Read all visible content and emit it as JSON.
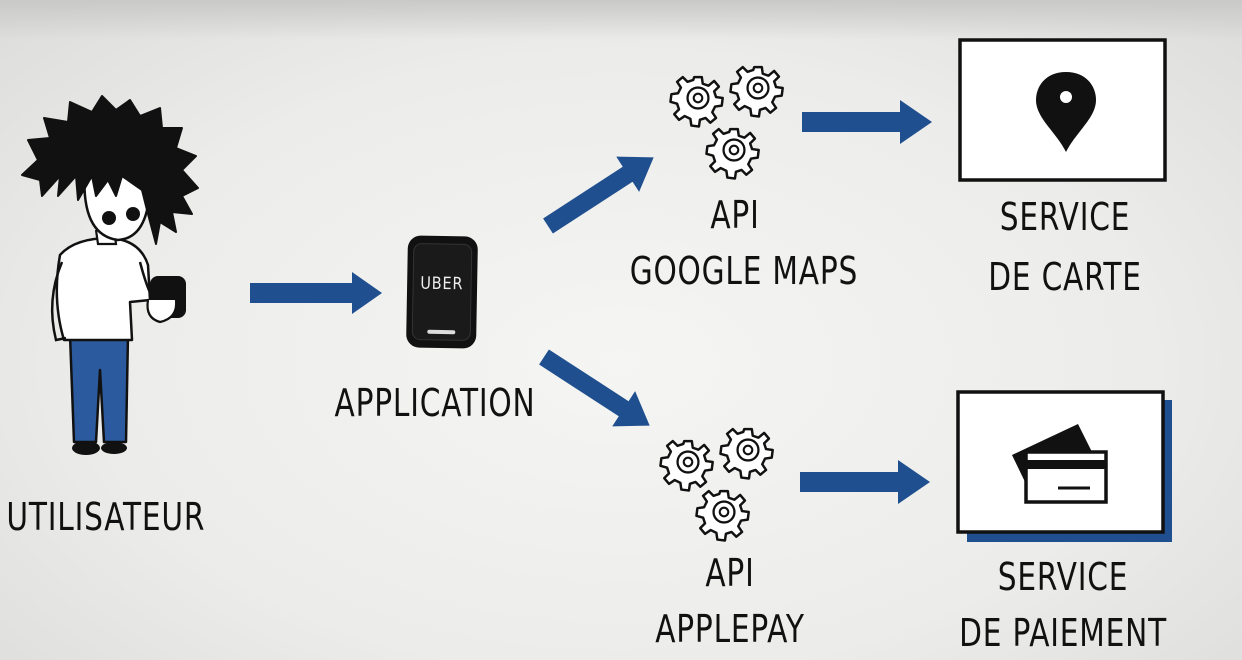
{
  "nodes": {
    "user_label": "UTILISATEUR",
    "phone_brand": "UBER",
    "app_label": "APPLICATION",
    "api_maps_line1": "API",
    "api_maps_line2": "GOOGLE MAPS",
    "service_map_line1": "SERVICE",
    "service_map_line2": "DE CARTE",
    "api_pay_line1": "API",
    "api_pay_line2": "APPLEPAY",
    "service_pay_line1": "SERVICE",
    "service_pay_line2": "DE PAIEMENT"
  },
  "colors": {
    "arrow": "#1f4f8f",
    "ink": "#111111",
    "jeans": "#2c5a9e"
  },
  "icons": [
    "person-illustration",
    "phone-icon",
    "gears-icon",
    "map-pin-icon",
    "credit-card-icon"
  ]
}
